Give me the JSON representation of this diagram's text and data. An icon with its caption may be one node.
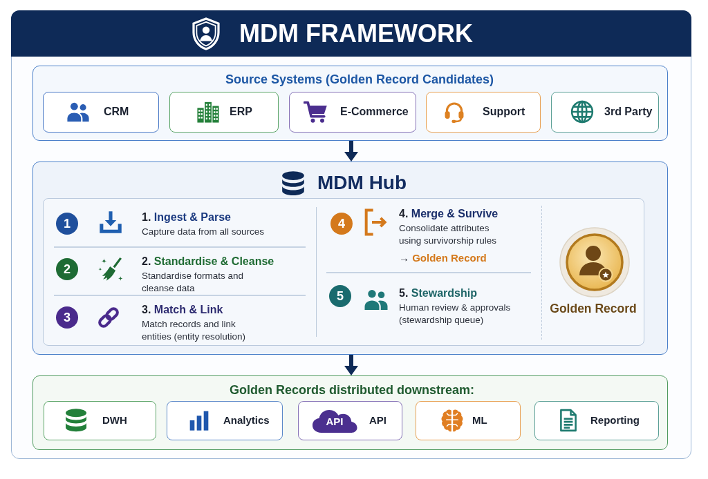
{
  "diagram": {
    "title": "MDM FRAMEWORK",
    "nodes": [
      {
        "text": [
          "Source Systems (Golden Record Candidates)"
        ]
      },
      {
        "text": [
          "CRM"
        ],
        "in": 0
      },
      {
        "text": [
          "ERP"
        ],
        "in": 0
      },
      {
        "text": [
          "E-Commerce"
        ],
        "in": 0
      },
      {
        "text": [
          "Support"
        ],
        "in": 0
      },
      {
        "text": [
          "3rd Party"
        ],
        "in": 0
      },
      {
        "text": [
          "MDM Hub"
        ]
      },
      {
        "text": [],
        "shape": "box",
        "in": 6
      },
      {
        "text": [
          "1",
          "1. Ingest & Parse",
          "Capture data from all sources"
        ],
        "in": 7
      },
      {
        "text": [
          "2",
          "2. Standardise & Cleanse",
          "Standardise formats and cleanse data"
        ],
        "in": 7
      },
      {
        "text": [
          "3",
          "3. Match & Link",
          "Match records and link entities (entity resolution)"
        ],
        "in": 7
      },
      {
        "text": [
          "4",
          "4. Merge & Survive",
          "Consolidate attributes using survivorship rules",
          "→ Golden Record"
        ],
        "in": 7
      },
      {
        "text": [
          "5",
          "5. Stewardship",
          "Human review & approvals (stewardship queue)"
        ],
        "in": 7
      },
      {
        "text": [
          "Golden Record"
        ],
        "in": 7
      },
      {
        "text": [
          "Golden Records distributed downstream:"
        ]
      },
      {
        "text": [
          "DWH"
        ],
        "in": 14
      },
      {
        "text": [
          "Analytics"
        ],
        "in": 14
      },
      {
        "text": [
          "API",
          "API"
        ],
        "in": 14
      },
      {
        "text": [
          "ML"
        ],
        "in": 14
      },
      {
        "text": [
          "Reporting"
        ],
        "in": 14
      }
    ],
    "edges": [
      {
        "from": 0,
        "to": 6,
        "arrow": "to"
      },
      {
        "from": 6,
        "to": 14,
        "arrow": "to"
      }
    ]
  }
}
